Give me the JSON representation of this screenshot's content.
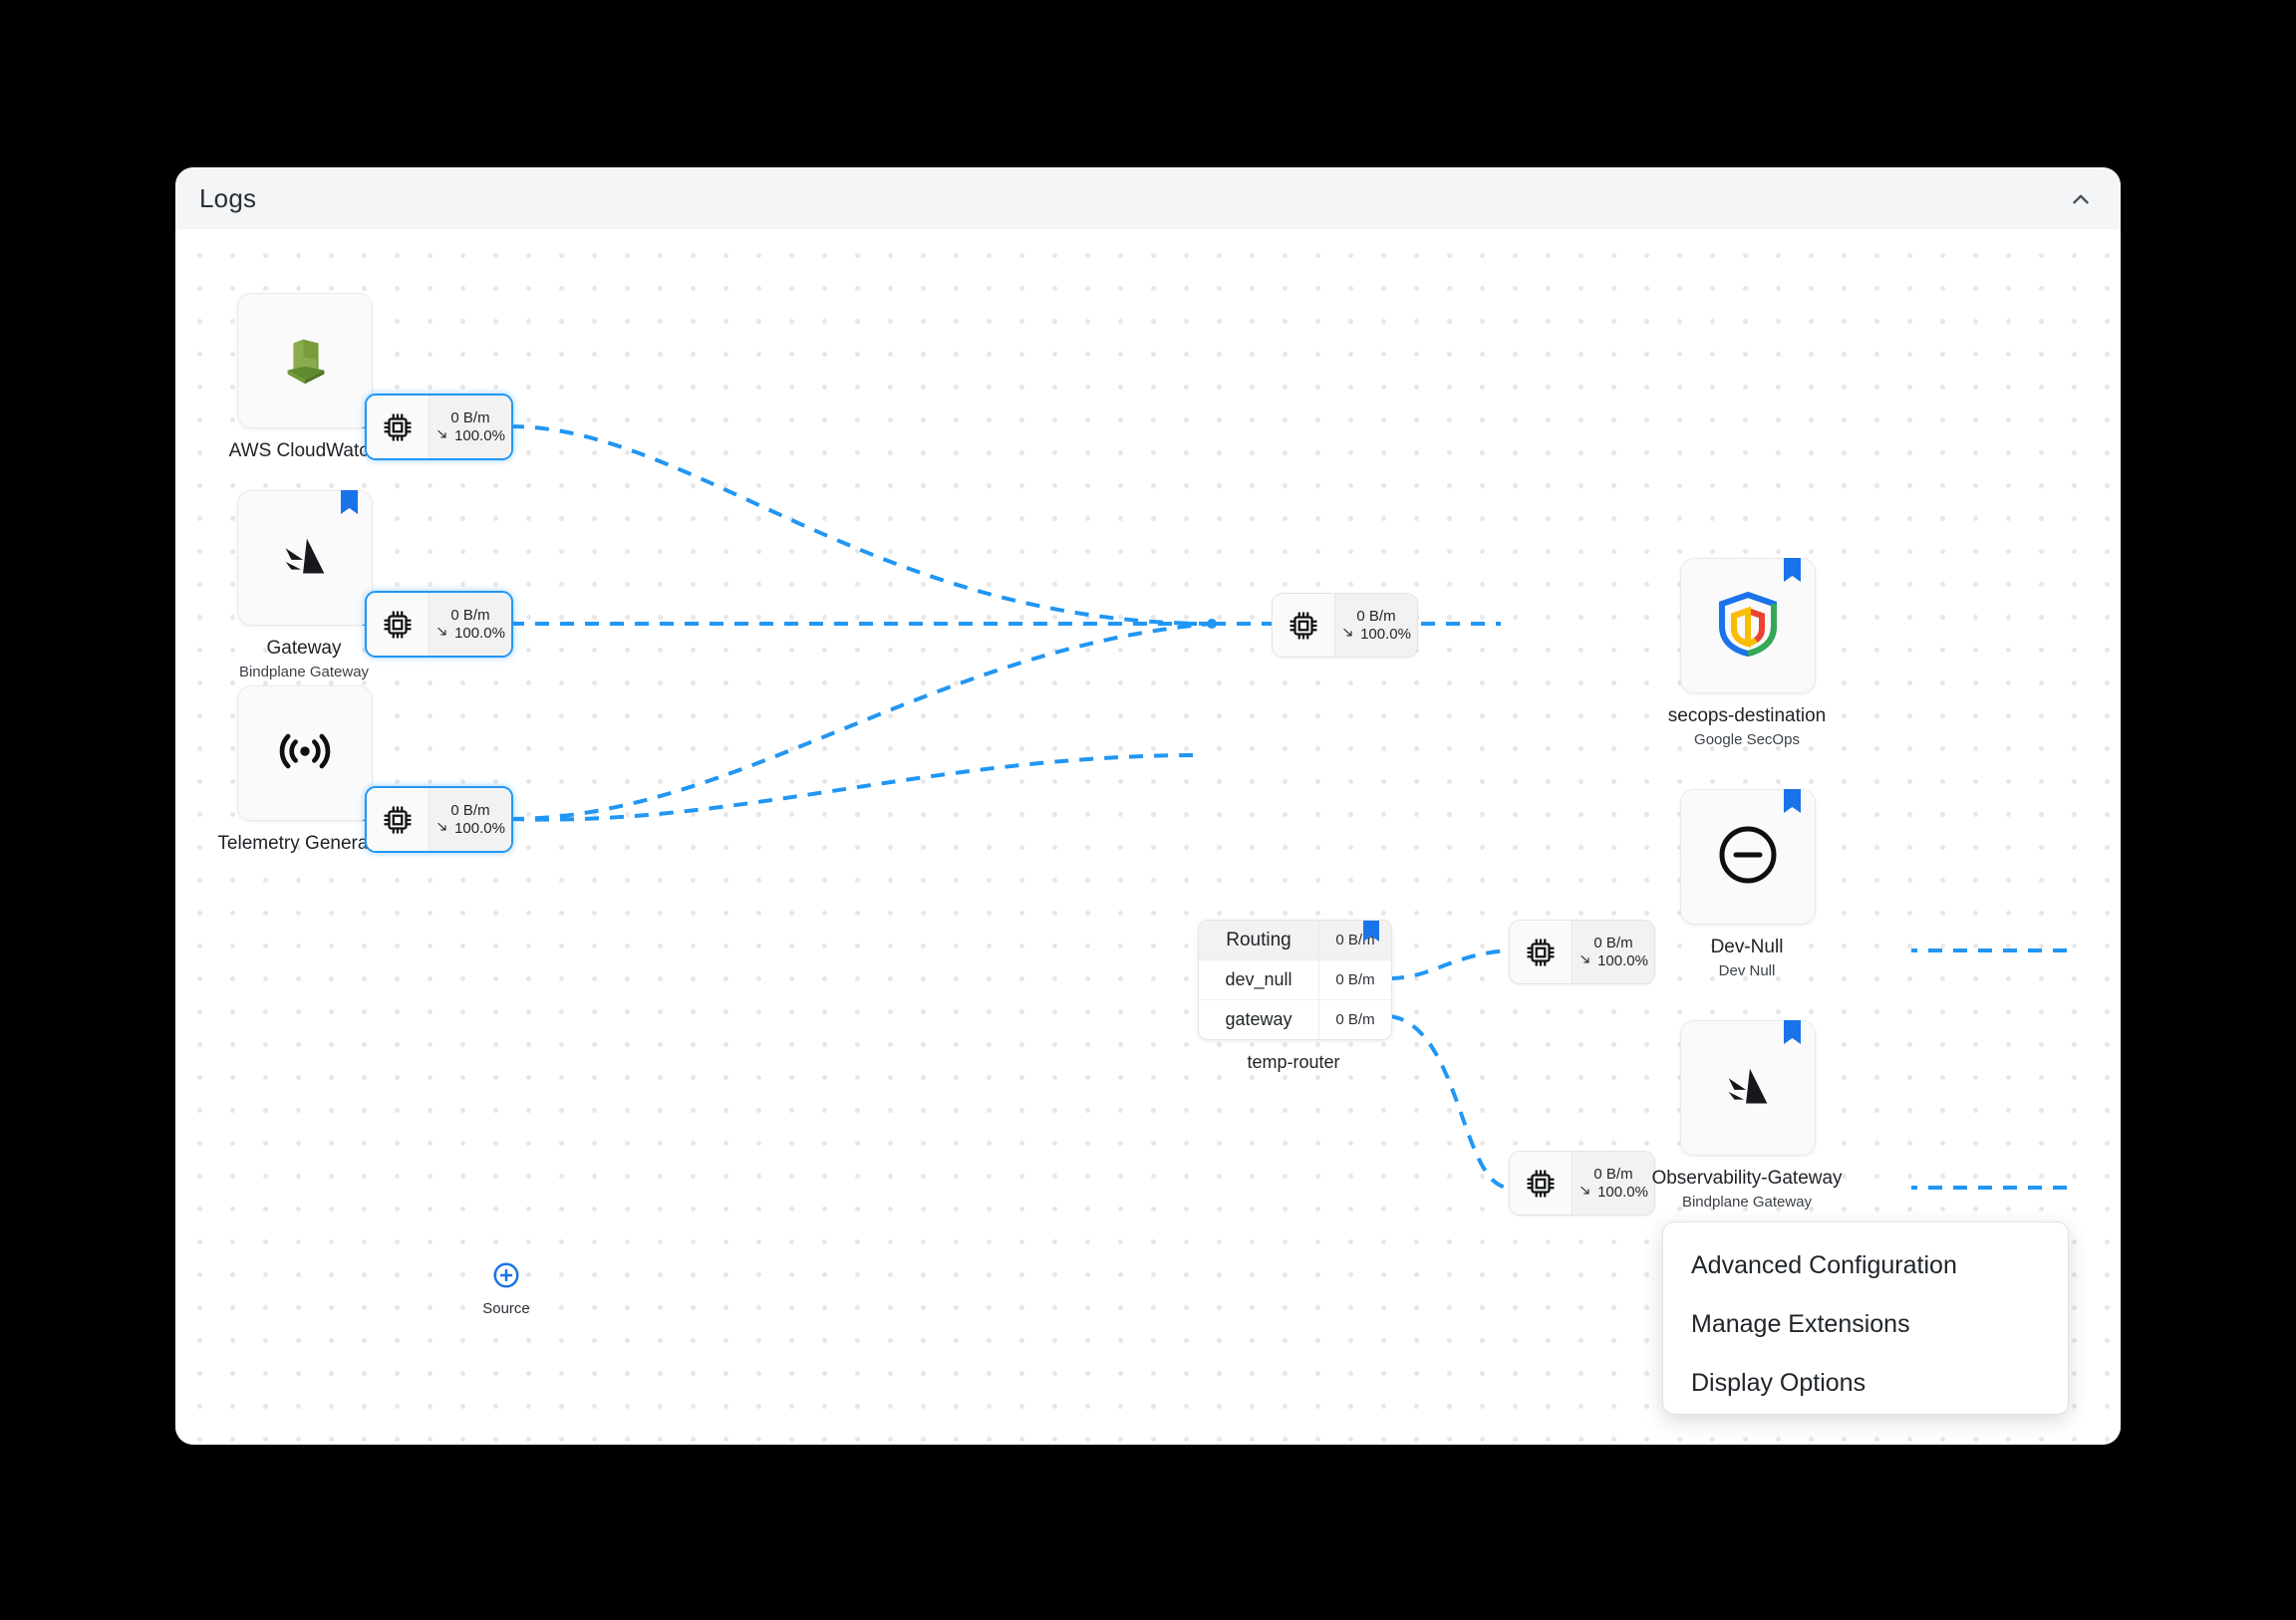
{
  "panel": {
    "title": "Logs",
    "collapse_icon": "chevron-up-icon"
  },
  "graph": {
    "sources": [
      {
        "id": "aws-cloudwatch",
        "label": "AWS CloudWatch",
        "sub": "",
        "icon": "aws-cloudwatch-icon",
        "bookmarked": false
      },
      {
        "id": "gateway",
        "label": "Gateway",
        "sub": "Bindplane Gateway",
        "icon": "bindplane-logo-icon",
        "bookmarked": true
      },
      {
        "id": "telemetry-generator",
        "label": "Telemetry Generator",
        "sub": "",
        "icon": "broadcast-icon",
        "bookmarked": false
      }
    ],
    "destinations": [
      {
        "id": "secops-destination",
        "label": "secops-destination",
        "sub": "Google SecOps",
        "icon": "google-secops-shield-icon",
        "bookmarked": true
      },
      {
        "id": "dev-null",
        "label": "Dev-Null",
        "sub": "Dev Null",
        "icon": "minus-circle-icon",
        "bookmarked": true
      },
      {
        "id": "observability-gateway",
        "label": "Observability-Gateway",
        "sub": "Bindplane Gateway",
        "icon": "bindplane-logo-icon",
        "bookmarked": true
      }
    ],
    "processors": [
      {
        "id": "proc-aws",
        "rate": "0 B/m",
        "percent": "100.0%",
        "selected": true
      },
      {
        "id": "proc-gateway",
        "rate": "0 B/m",
        "percent": "100.0%",
        "selected": true
      },
      {
        "id": "proc-telemetry",
        "rate": "0 B/m",
        "percent": "100.0%",
        "selected": true
      },
      {
        "id": "proc-secops",
        "rate": "0 B/m",
        "percent": "100.0%",
        "selected": false
      },
      {
        "id": "proc-devnull",
        "rate": "0 B/m",
        "percent": "100.0%",
        "selected": false
      },
      {
        "id": "proc-obsgateway",
        "rate": "0 B/m",
        "percent": "100.0%",
        "selected": false
      }
    ],
    "router": {
      "label": "temp-router",
      "bookmarked": true,
      "rows": [
        {
          "name": "Routing",
          "value": "0 B/m",
          "header": true
        },
        {
          "name": "dev_null",
          "value": "0 B/m",
          "header": false
        },
        {
          "name": "gateway",
          "value": "0 B/m",
          "header": false
        }
      ]
    },
    "add_source": {
      "label": "Source",
      "icon": "plus-circle-icon"
    }
  },
  "context_menu": {
    "items": [
      {
        "label": "Advanced Configuration"
      },
      {
        "label": "Manage Extensions"
      },
      {
        "label": "Display Options"
      }
    ]
  },
  "colors": {
    "edge": "#2196f3",
    "accent": "#1a73e8",
    "bookmark": "#1a73e8",
    "aws_green": "#6a9e3b"
  }
}
